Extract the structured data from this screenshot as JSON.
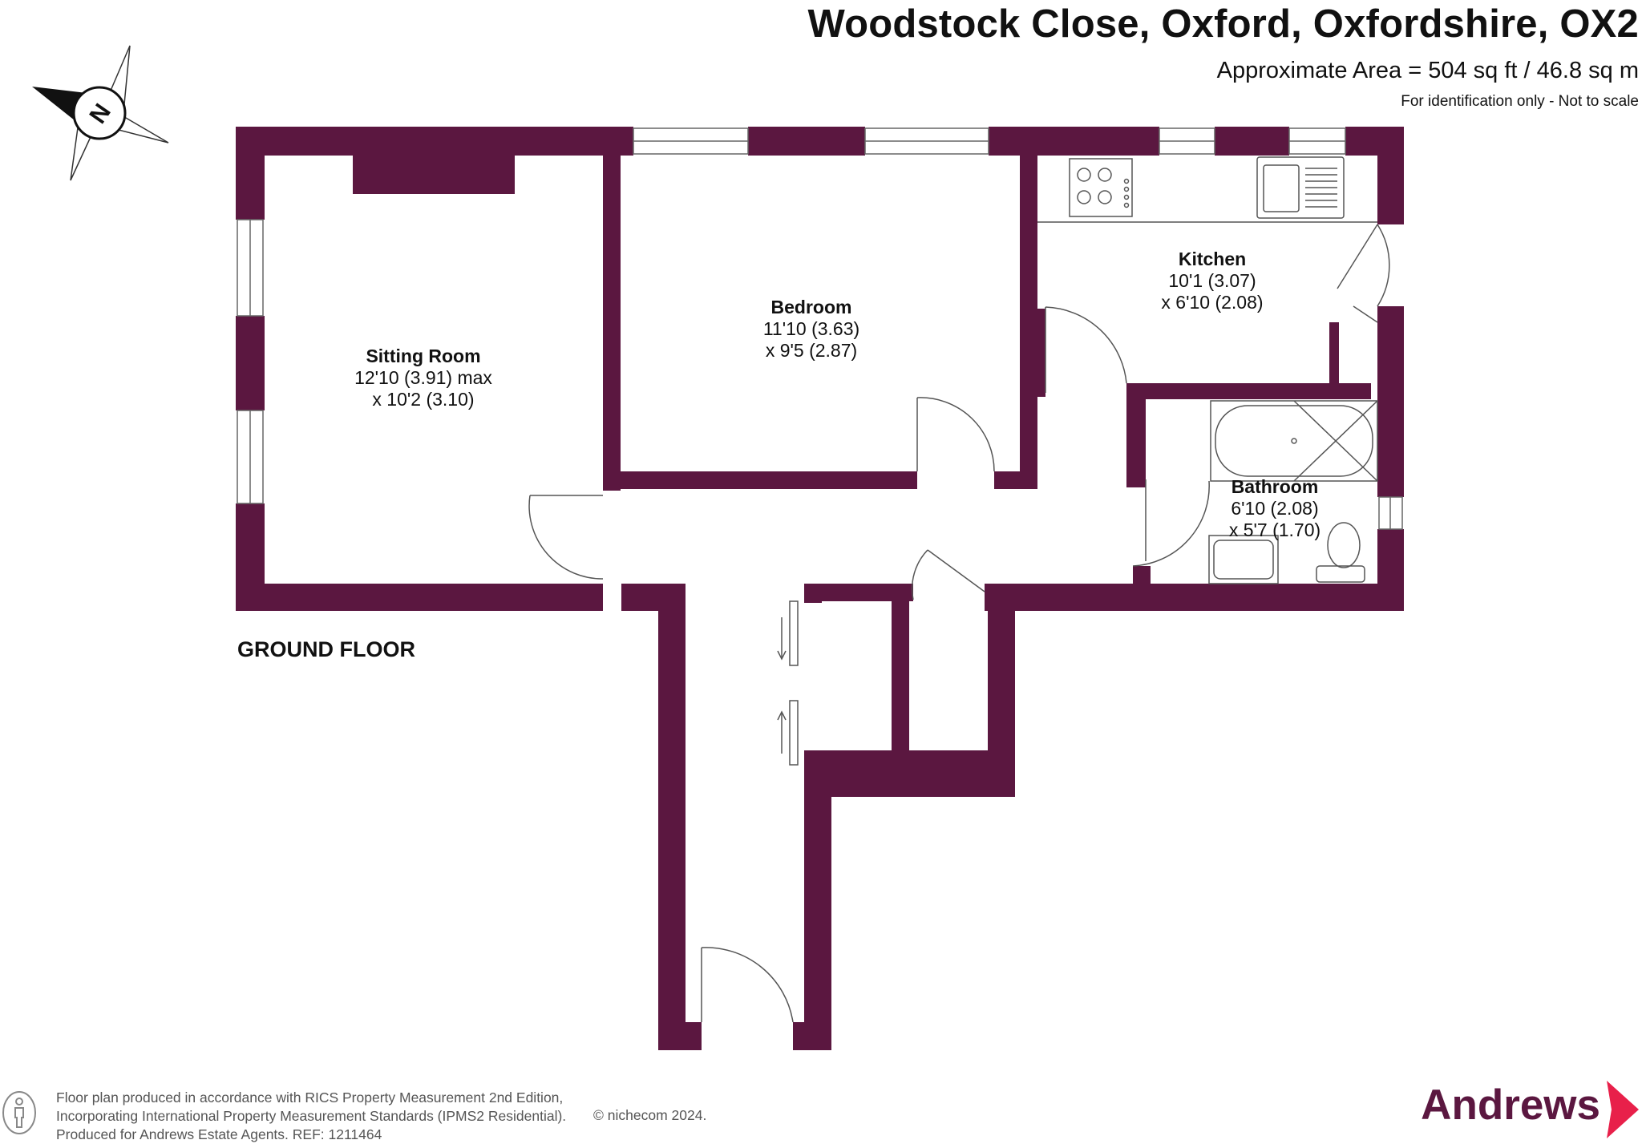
{
  "header": {
    "title": "Woodstock Close, Oxford, Oxfordshire, OX2",
    "area": "Approximate Area = 504 sq ft / 46.8 sq m",
    "disclaimer": "For identification only - Not to scale"
  },
  "compass": {
    "label": "N",
    "icon": "compass-icon"
  },
  "rooms": {
    "sitting_room": {
      "name": "Sitting Room",
      "dim1": "12'10 (3.91) max",
      "dim2": "x 10'2 (3.10)"
    },
    "bedroom": {
      "name": "Bedroom",
      "dim1": "11'10 (3.63)",
      "dim2": "x 9'5 (2.87)"
    },
    "kitchen": {
      "name": "Kitchen",
      "dim1": "10'1 (3.07)",
      "dim2": "x 6'10 (2.08)"
    },
    "bathroom": {
      "name": "Bathroom",
      "dim1": "6'10 (2.08)",
      "dim2": "x 5'7 (1.70)"
    }
  },
  "floor_label": "GROUND FLOOR",
  "footer": {
    "line1": "Floor plan produced in accordance with RICS Property Measurement 2nd Edition,",
    "line2": "Incorporating International Property Measurement Standards (IPMS2 Residential).",
    "line3": "Produced for Andrews Estate Agents.   REF: 1211464",
    "copyright": "© nichecom 2024."
  },
  "brand": {
    "name": "Andrews",
    "color": "#5b1740"
  },
  "colors": {
    "wall": "#5b1740",
    "accent": "#e8204a"
  }
}
